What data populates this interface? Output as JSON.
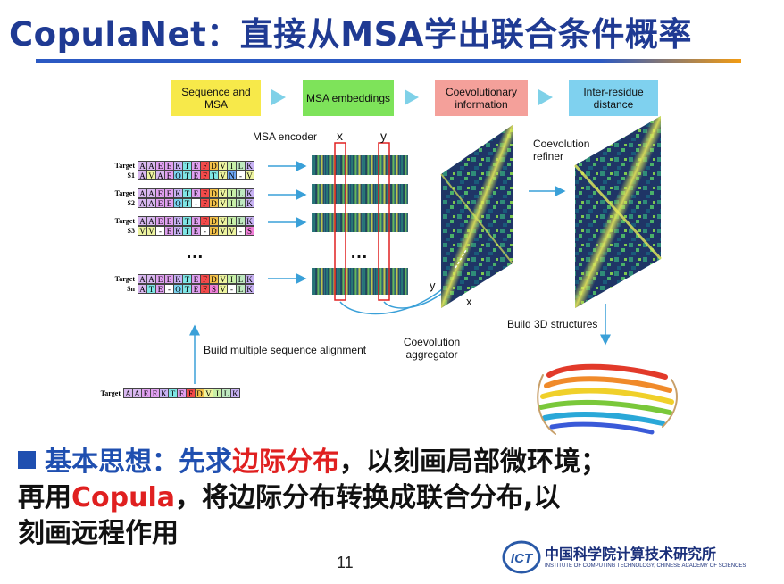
{
  "title": "CopulaNet：直接从MSA学出联合条件概率",
  "pipeline": [
    {
      "label": "Sequence and MSA",
      "color": "#f7e94a"
    },
    {
      "label": "MSA embeddings",
      "color": "#7ee35a"
    },
    {
      "label": "Coevolutionary information",
      "color": "#f4a09a"
    },
    {
      "label": "Inter-residue distance",
      "color": "#7fd1ef"
    }
  ],
  "labels": {
    "msa_encoder": "MSA encoder",
    "col_x": "x",
    "col_y": "y",
    "dots": "…",
    "dots_enc": "…",
    "refiner": "Coevolution refiner",
    "aggregator": "Coevolution aggregator",
    "build_msa": "Build multiple sequence alignment",
    "build_3d": "Build 3D structures",
    "axis_y": "y",
    "axis_x": "x"
  },
  "msa": [
    {
      "name": "Target",
      "seq": [
        "A",
        "A",
        "E",
        "E",
        "K",
        "T",
        "E",
        "F",
        "D",
        "V",
        "I",
        "L",
        "K"
      ]
    },
    {
      "name": "S1",
      "seq": [
        "A",
        "V",
        "A",
        "E",
        "Q",
        "T",
        "E",
        "F",
        "T",
        "V",
        "N",
        "-",
        "V"
      ]
    },
    {
      "name": "Target",
      "seq": [
        "A",
        "A",
        "E",
        "E",
        "K",
        "T",
        "E",
        "F",
        "D",
        "V",
        "I",
        "L",
        "K"
      ]
    },
    {
      "name": "S2",
      "seq": [
        "A",
        "A",
        "E",
        "E",
        "Q",
        "T",
        "-",
        "F",
        "D",
        "V",
        "I",
        "L",
        "K"
      ]
    },
    {
      "name": "Target",
      "seq": [
        "A",
        "A",
        "E",
        "E",
        "K",
        "T",
        "E",
        "F",
        "D",
        "V",
        "I",
        "L",
        "K"
      ]
    },
    {
      "name": "S3",
      "seq": [
        "V",
        "V",
        "-",
        "E",
        "K",
        "T",
        "E",
        "-",
        "D",
        "V",
        "V",
        "-",
        "S"
      ]
    },
    {
      "name": "Target",
      "seq": [
        "A",
        "A",
        "E",
        "E",
        "K",
        "T",
        "E",
        "F",
        "D",
        "V",
        "I",
        "L",
        "K"
      ]
    },
    {
      "name": "Sn",
      "seq": [
        "A",
        "T",
        "E",
        "-",
        "Q",
        "T",
        "E",
        "F",
        "S",
        "V",
        "-",
        "L",
        "K"
      ]
    }
  ],
  "target_seq": {
    "name": "Target",
    "seq": [
      "A",
      "A",
      "E",
      "E",
      "K",
      "T",
      "E",
      "F",
      "D",
      "V",
      "I",
      "L",
      "K"
    ]
  },
  "aa_colors": {
    "A": "#d9b8f0",
    "E": "#e0a0f0",
    "K": "#c9b3f5",
    "T": "#7fe6e6",
    "F": "#f24a4a",
    "D": "#f5c24a",
    "V": "#eef5a0",
    "I": "#c8f0a8",
    "L": "#bfe9c0",
    "Q": "#7ad4f0",
    "N": "#6fa8f7",
    "S": "#f07fd8",
    "-": "#ffffff"
  },
  "bullet": {
    "p1": "基本思想：先求",
    "p2": "边际分布",
    "p3": "，以刻画局部微环境；",
    "p4": "再用",
    "p5": "Copula",
    "p6": "，将边际分布转换成联合分布,以",
    "p7": "刻画远程作用"
  },
  "page_number": "11",
  "logo": {
    "cn": "中国科学院计算技术研究所",
    "en": "INSTITUTE OF COMPUTING TECHNOLOGY, CHINESE ACADEMY OF SCIENCES",
    "mark": "ICT"
  }
}
